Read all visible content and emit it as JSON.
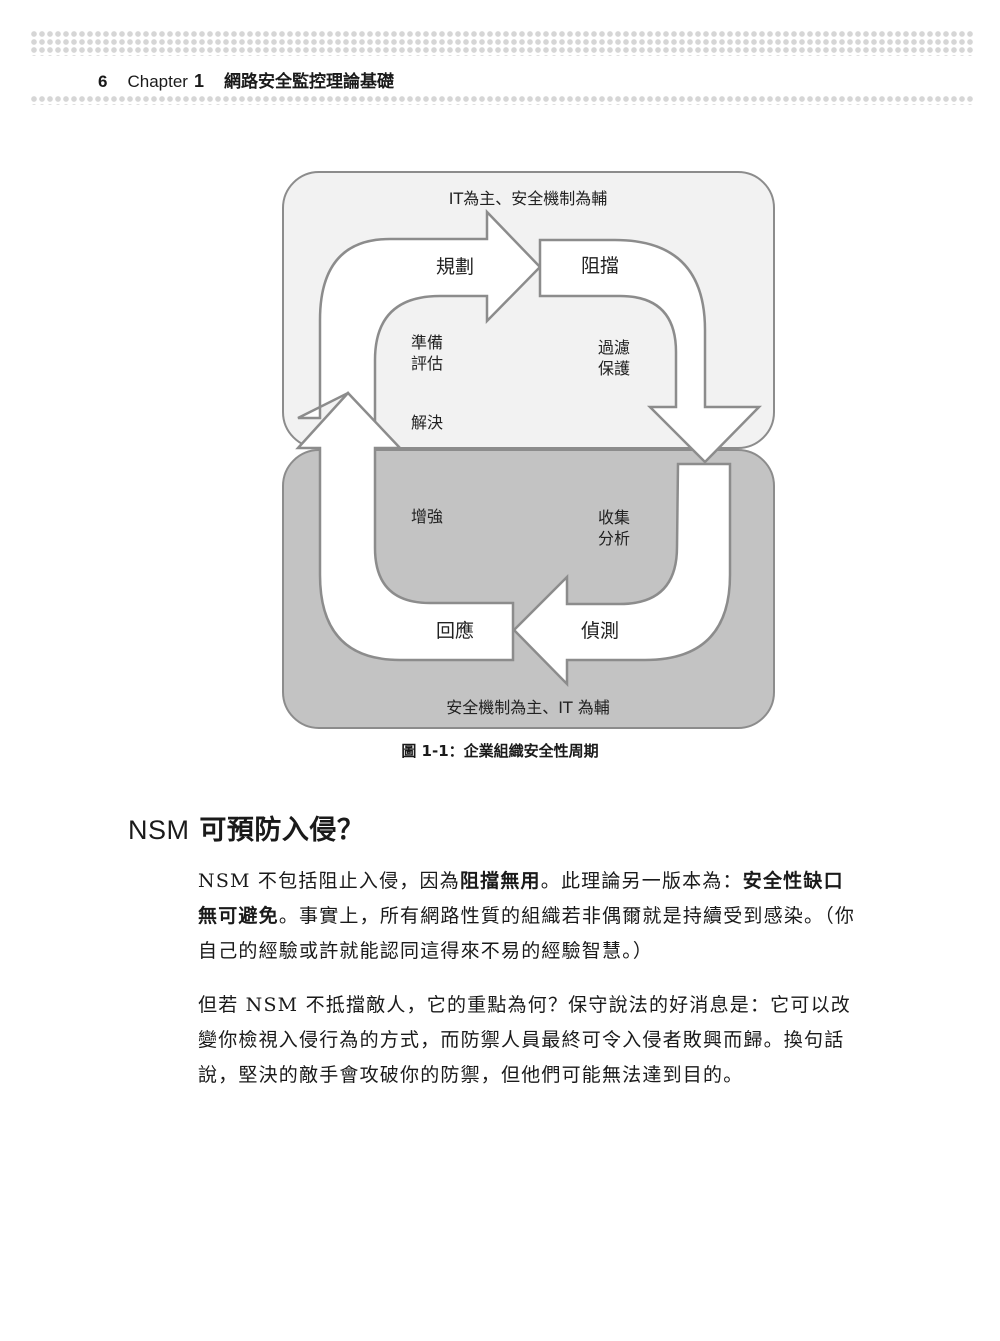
{
  "header": {
    "page_number": "6",
    "chapter_word": "Chapter",
    "chapter_number": "1",
    "chapter_title": "網路安全監控理論基礎"
  },
  "diagram": {
    "top_zone_label": "IT為主、安全機制為輔",
    "bottom_zone_label": "安全機制為主、IT 為輔",
    "stages": {
      "plan": "規劃",
      "block": "阻擋",
      "detect": "偵測",
      "respond": "回應"
    },
    "inner": {
      "prepare": "準備",
      "assess": "評估",
      "resolve": "解決",
      "filter": "過濾",
      "protect": "保護",
      "enhance": "增強",
      "collect": "收集",
      "analyze": "分析"
    },
    "colors": {
      "top_zone": "#f2f2f2",
      "bottom_zone": "#c3c3c3",
      "arrow_fill": "#ffffff",
      "outline": "#8c8c8c"
    }
  },
  "caption": "圖 1-1：企業組織安全性周期",
  "section": {
    "heading_latin": "NSM",
    "heading_rest": " 可預防入侵？"
  },
  "paragraphs": {
    "p1": {
      "t1": "NSM 不包括阻止入侵，因為",
      "e1": "阻擋無用",
      "t2": "。此理論另一版本為：",
      "e2": "安全性缺口無可避免",
      "t3": "。事實上，所有網路性質的組織若非偶爾就是持續受到感染。（你自己的經驗或許就能認同這得來不易的經驗智慧。）"
    },
    "p2": "但若 NSM 不抵擋敵人，它的重點為何？保守說法的好消息是：它可以改變你檢視入侵行為的方式，而防禦人員最終可令入侵者敗興而歸。換句話說，堅決的敵手會攻破你的防禦，但他們可能無法達到目的。"
  }
}
